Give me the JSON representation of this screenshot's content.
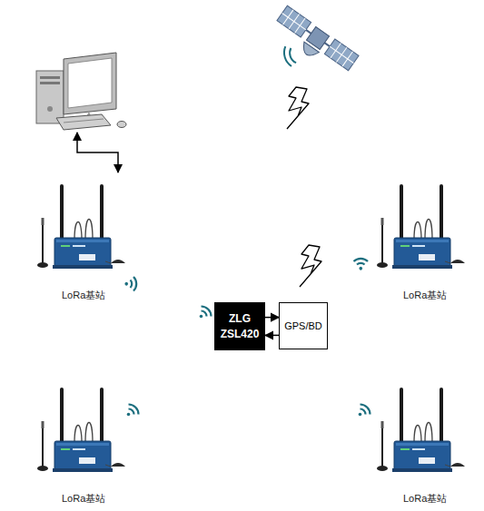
{
  "diagram": {
    "nodes": [
      {
        "text": [
          "ZLG ZSL420"
        ]
      },
      {
        "text": [
          "GPS/BD"
        ]
      }
    ],
    "edges": [
      {
        "from": 0,
        "to": 1,
        "arrow": "to"
      },
      {
        "from": 1,
        "to": 0,
        "arrow": "to"
      }
    ],
    "labels": [
      "LoRa基站",
      "LoRa基站",
      "LoRa基站",
      "LoRa基站"
    ]
  }
}
